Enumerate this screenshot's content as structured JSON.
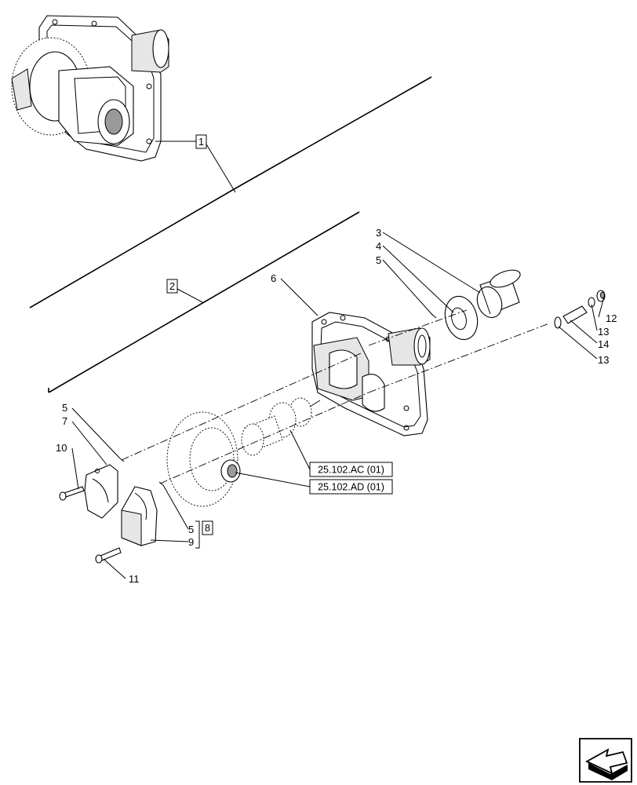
{
  "callouts": {
    "c1": "1",
    "c2": "2",
    "c3": "3",
    "c4": "4",
    "c5a": "5",
    "c6": "6",
    "c12": "12",
    "c13a": "13",
    "c14": "14",
    "c13b": "13",
    "c5b": "5",
    "c7": "7",
    "c10": "10",
    "c5c": "5",
    "c8": "8",
    "c9": "9",
    "c11": "11"
  },
  "references": {
    "ref_ac": "25.102.AC (01)",
    "ref_ad": "25.102.AD (01)"
  },
  "icons": {
    "nav": "next-page-arrow-icon"
  }
}
